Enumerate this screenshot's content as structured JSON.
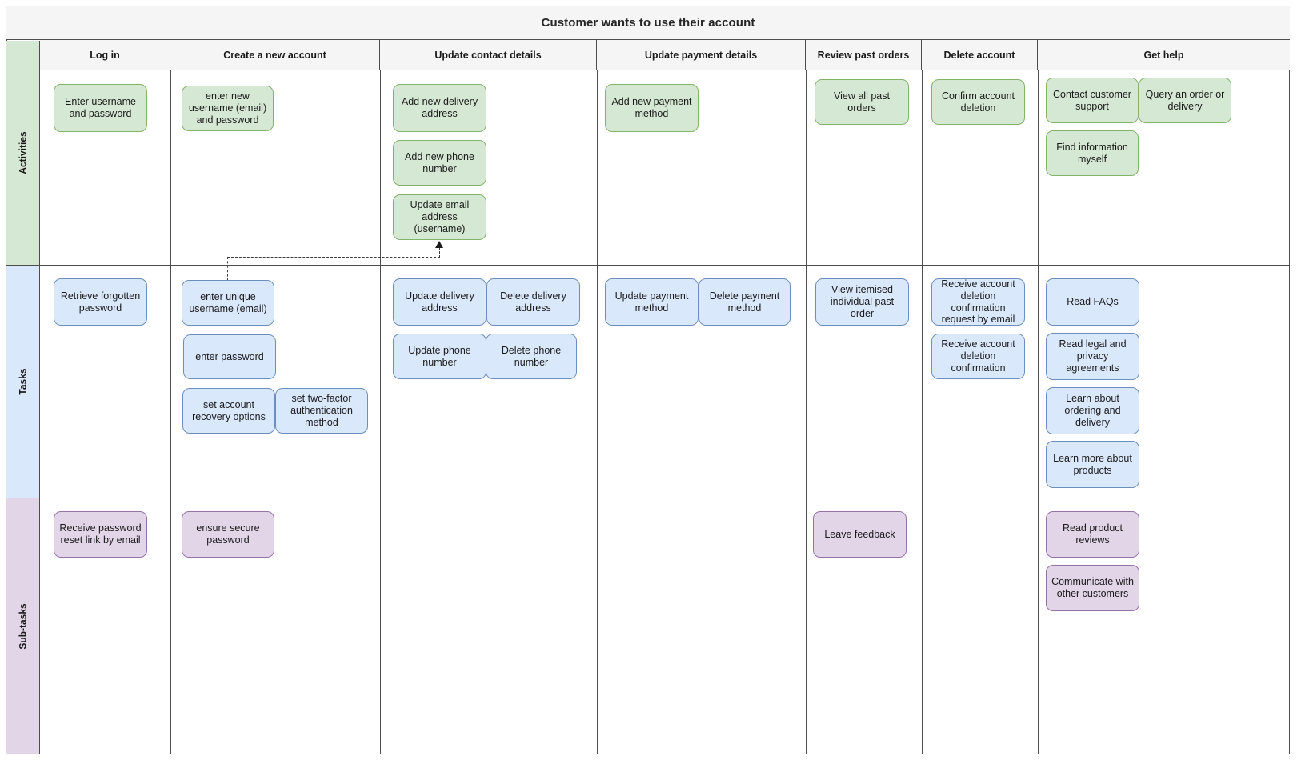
{
  "board": {
    "title": "Customer wants to use their account",
    "colors": {
      "activities_fill": "#d5e8d4",
      "activities_stroke": "#82b366",
      "tasks_fill": "#dae8fc",
      "tasks_stroke": "#6c8ebf",
      "subtasks_fill": "#e1d5e7",
      "subtasks_stroke": "#9673a6",
      "header_fill": "#f5f5f5",
      "grid_stroke": "#4d4d4d"
    }
  },
  "lanes": [
    {
      "label": "Activities",
      "tone": "green"
    },
    {
      "label": "Tasks",
      "tone": "blue"
    },
    {
      "label": "Sub-tasks",
      "tone": "purple"
    }
  ],
  "columns": [
    {
      "label": "Log in"
    },
    {
      "label": "Create a new account"
    },
    {
      "label": "Update contact details"
    },
    {
      "label": "Update payment details"
    },
    {
      "label": "Review past orders"
    },
    {
      "label": "Delete account"
    },
    {
      "label": "Get help"
    }
  ],
  "cards": {
    "activities": [
      {
        "text": "Enter username and password",
        "col": "Log in"
      },
      {
        "text": "enter new username (email) and password",
        "col": "Create a new account"
      },
      {
        "text": "Add new delivery address",
        "col": "Update contact details"
      },
      {
        "text": "Add new phone number",
        "col": "Update contact details"
      },
      {
        "text": "Update email address (username)",
        "col": "Update contact details"
      },
      {
        "text": "Add new payment method",
        "col": "Update payment details"
      },
      {
        "text": "View all past orders",
        "col": "Review past orders"
      },
      {
        "text": "Confirm account deletion",
        "col": "Delete account"
      },
      {
        "text": "Contact customer support",
        "col": "Get help"
      },
      {
        "text": "Query an order or delivery",
        "col": "Get help"
      },
      {
        "text": "Find information myself",
        "col": "Get help"
      }
    ],
    "tasks": [
      {
        "text": "Retrieve forgotten password",
        "col": "Log in"
      },
      {
        "text": "enter unique username (email)",
        "col": "Create a new account"
      },
      {
        "text": "enter password",
        "col": "Create a new account"
      },
      {
        "text": "set account recovery options",
        "col": "Create a new account"
      },
      {
        "text": "set two-factor authentication method",
        "col": "Create a new account"
      },
      {
        "text": "Update delivery address",
        "col": "Update contact details"
      },
      {
        "text": "Delete delivery address",
        "col": "Update contact details"
      },
      {
        "text": "Update phone number",
        "col": "Update contact details"
      },
      {
        "text": "Delete phone number",
        "col": "Update contact details"
      },
      {
        "text": "Update payment method",
        "col": "Update payment details"
      },
      {
        "text": "Delete payment method",
        "col": "Update payment details"
      },
      {
        "text": "View itemised individual past order",
        "col": "Review past orders"
      },
      {
        "text": "Receive account deletion confirmation request by email",
        "col": "Delete account"
      },
      {
        "text": "Receive account deletion confirmation",
        "col": "Delete account"
      },
      {
        "text": "Read FAQs",
        "col": "Get help"
      },
      {
        "text": "Read legal and privacy agreements",
        "col": "Get help"
      },
      {
        "text": "Learn about ordering and delivery",
        "col": "Get help"
      },
      {
        "text": "Learn more about products",
        "col": "Get help"
      }
    ],
    "subtasks": [
      {
        "text": "Receive password reset link by email",
        "col": "Log in"
      },
      {
        "text": "ensure secure password",
        "col": "Create a new account"
      },
      {
        "text": "Leave feedback",
        "col": "Review past orders"
      },
      {
        "text": "Read product reviews",
        "col": "Get help"
      },
      {
        "text": "Communicate with other customers",
        "col": "Get help"
      }
    ]
  },
  "connector": {
    "from": "enter unique username (email)",
    "to": "Update email address (username)",
    "style": "dashed-with-arrow"
  }
}
